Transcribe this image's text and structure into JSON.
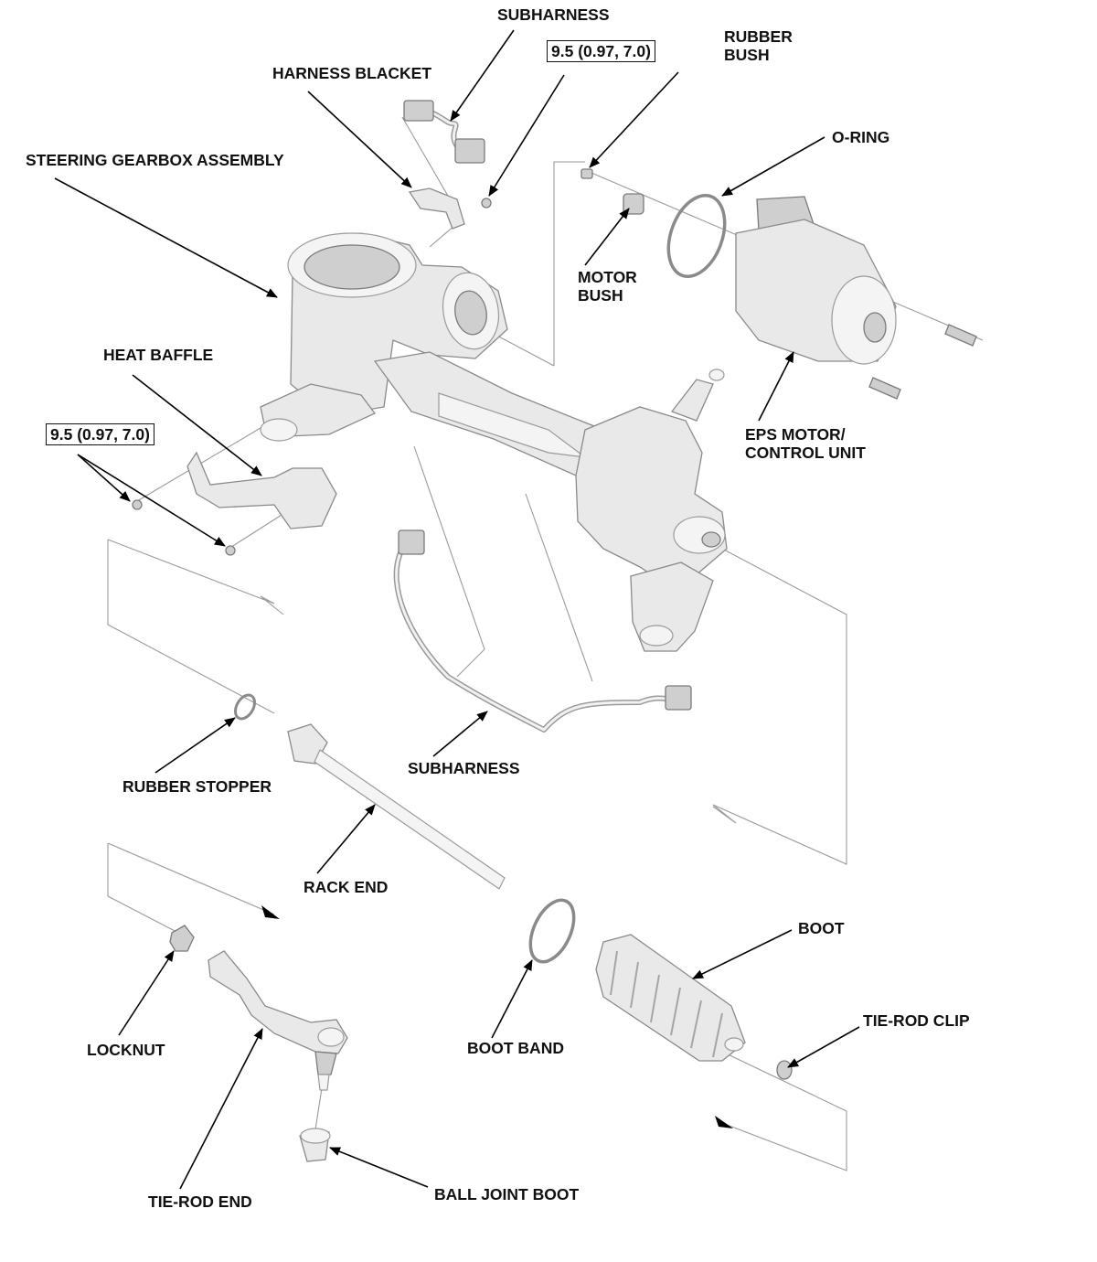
{
  "labels": {
    "subharness_top": "SUBHARNESS",
    "torque_top": "9.5 (0.97, 7.0)",
    "rubber_bush_1": "RUBBER",
    "rubber_bush_2": "BUSH",
    "harness_blacket": "HARNESS BLACKET",
    "o_ring": "O-RING",
    "steering_gearbox": "STEERING GEARBOX ASSEMBLY",
    "motor_bush_1": "MOTOR",
    "motor_bush_2": "BUSH",
    "heat_baffle": "HEAT BAFFLE",
    "torque_left": "9.5 (0.97, 7.0)",
    "eps_motor_1": "EPS MOTOR/",
    "eps_motor_2": "CONTROL UNIT",
    "rubber_stopper": "RUBBER STOPPER",
    "subharness_mid": "SUBHARNESS",
    "rack_end": "RACK END",
    "boot": "BOOT",
    "tie_rod_clip": "TIE-ROD CLIP",
    "locknut": "LOCKNUT",
    "boot_band": "BOOT BAND",
    "tie_rod_end": "TIE-ROD END",
    "ball_joint_boot": "BALL JOINT BOOT"
  },
  "colors": {
    "line": "#000000",
    "part_fill": "#e9e9e9",
    "part_stroke": "#8a8a8a"
  }
}
